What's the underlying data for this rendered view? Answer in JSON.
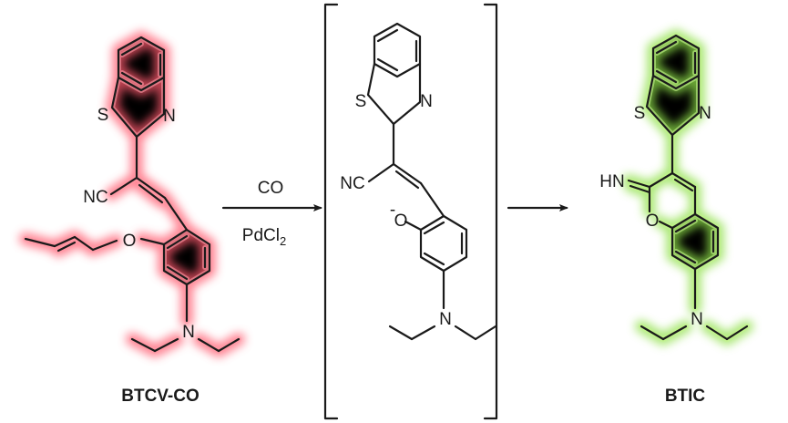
{
  "scheme": {
    "reactant": {
      "name": "BTCV-CO",
      "glow_color": "#ff5a6e",
      "atoms": {
        "s": "S",
        "n_ring": "N",
        "nitrile": "NC",
        "ether_o": "O",
        "amine_n": "N"
      }
    },
    "step1": {
      "reagent_top": "CO",
      "reagent_bottom_main": "PdCl",
      "reagent_bottom_sub": "2"
    },
    "intermediate": {
      "atoms": {
        "s": "S",
        "n_ring": "N",
        "nitrile": "NC",
        "phenoxide_o": "O",
        "charge": "-",
        "amine_n": "N"
      }
    },
    "product": {
      "name": "BTIC",
      "glow_color": "#8fe04a",
      "atoms": {
        "s": "S",
        "n_ring": "N",
        "imine": "HN",
        "ring_o": "O",
        "amine_n": "N"
      }
    }
  }
}
